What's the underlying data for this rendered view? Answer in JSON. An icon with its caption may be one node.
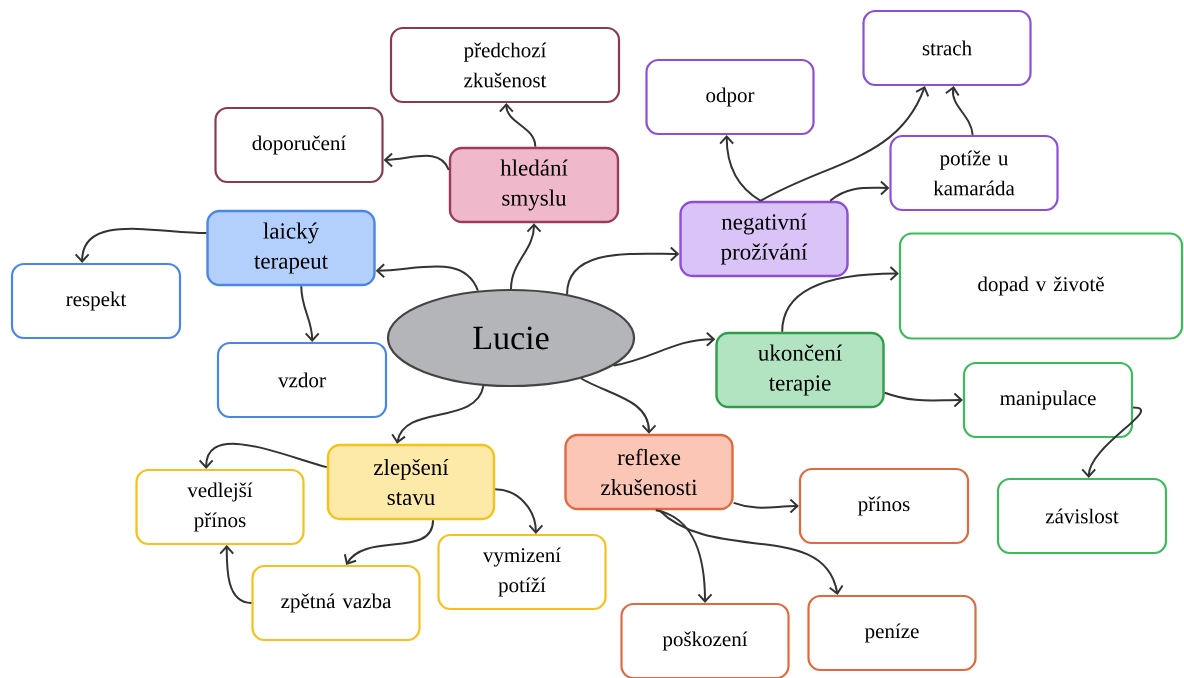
{
  "diagram": {
    "nodes": [
      {
        "text": [
          "Lucie"
        ]
      },
      {
        "text": [
          "hledání smyslu"
        ]
      },
      {
        "text": [
          "předchozí zkušenost"
        ]
      },
      {
        "text": [
          "doporučení"
        ]
      },
      {
        "text": [
          "laický terapeut"
        ]
      },
      {
        "text": [
          "respekt"
        ]
      },
      {
        "text": [
          "vzdor"
        ]
      },
      {
        "text": [
          "negativní prožívání"
        ]
      },
      {
        "text": [
          "odpor"
        ]
      },
      {
        "text": [
          "strach"
        ]
      },
      {
        "text": [
          "potíže u kamaráda"
        ]
      },
      {
        "text": [
          "ukončení terapie"
        ]
      },
      {
        "text": [
          "dopad v životě"
        ]
      },
      {
        "text": [
          "manipulace"
        ]
      },
      {
        "text": [
          "závislost"
        ]
      },
      {
        "text": [
          "zlepšení stavu"
        ]
      },
      {
        "text": [
          "vedlejší přínos"
        ]
      },
      {
        "text": [
          "zpětná vazba"
        ]
      },
      {
        "text": [
          "vymizení potíží"
        ]
      },
      {
        "text": [
          "reflexe zkušenosti"
        ]
      },
      {
        "text": [
          "přínos"
        ]
      },
      {
        "text": [
          "poškození"
        ]
      },
      {
        "text": [
          "peníze"
        ]
      }
    ],
    "edges": [
      {
        "from": 0,
        "to": 1,
        "arrow": "to"
      },
      {
        "from": 1,
        "to": 3,
        "arrow": "to"
      },
      {
        "from": 1,
        "to": 2,
        "arrow": "to"
      },
      {
        "from": 0,
        "to": 4,
        "arrow": "to"
      },
      {
        "from": 4,
        "to": 5,
        "arrow": "to"
      },
      {
        "from": 4,
        "to": 6,
        "arrow": "to"
      },
      {
        "from": 0,
        "to": 7,
        "arrow": "to"
      },
      {
        "from": 7,
        "to": 8,
        "arrow": "to"
      },
      {
        "from": 7,
        "to": 9,
        "arrow": "to"
      },
      {
        "from": 7,
        "to": 10,
        "arrow": "to"
      },
      {
        "from": 10,
        "to": 9,
        "arrow": "to"
      },
      {
        "from": 0,
        "to": 11,
        "arrow": "to"
      },
      {
        "from": 11,
        "to": 12,
        "arrow": "to"
      },
      {
        "from": 11,
        "to": 13,
        "arrow": "to"
      },
      {
        "from": 13,
        "to": 14,
        "arrow": "to"
      },
      {
        "from": 0,
        "to": 15,
        "arrow": "to"
      },
      {
        "from": 15,
        "to": 16,
        "arrow": "to"
      },
      {
        "from": 15,
        "to": 17,
        "arrow": "to"
      },
      {
        "from": 17,
        "to": 16,
        "arrow": "to"
      },
      {
        "from": 15,
        "to": 18,
        "arrow": "to"
      },
      {
        "from": 0,
        "to": 19,
        "arrow": "to"
      },
      {
        "from": 19,
        "to": 20,
        "arrow": "to"
      },
      {
        "from": 19,
        "to": 21,
        "arrow": "to"
      },
      {
        "from": 19,
        "to": 22,
        "arrow": "to"
      }
    ]
  }
}
